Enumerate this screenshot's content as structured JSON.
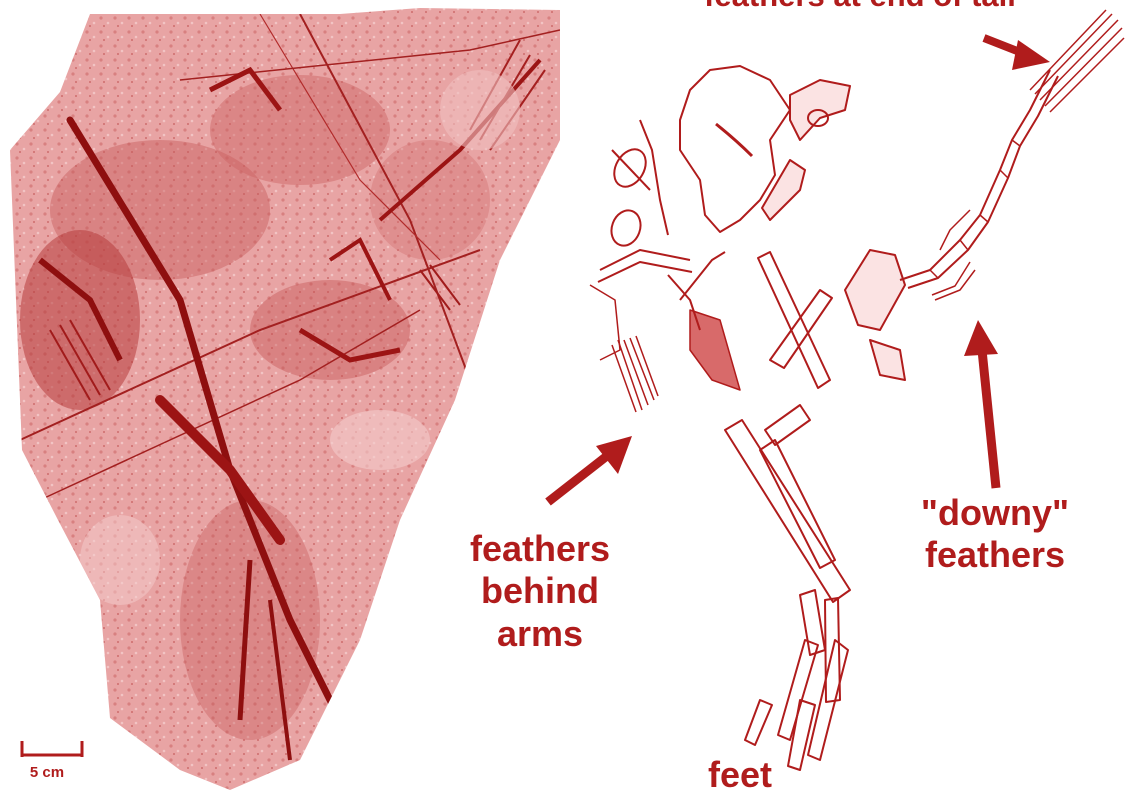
{
  "colors": {
    "accent": "#b01c1c",
    "photo_base": "#e39a9a",
    "background": "#ffffff"
  },
  "figure": {
    "photo": {
      "alt_kind": "fossil slab photograph"
    },
    "drawing": {
      "alt_kind": "line drawing of fossil"
    }
  },
  "labels": {
    "tail_feathers": "feathers at end of tail",
    "arm_feathers": [
      "feathers",
      "behind",
      "arms"
    ],
    "downy_feathers": [
      "\"downy\"",
      "feathers"
    ],
    "feet": "feet"
  },
  "scale_bar": {
    "label": "5 cm"
  }
}
